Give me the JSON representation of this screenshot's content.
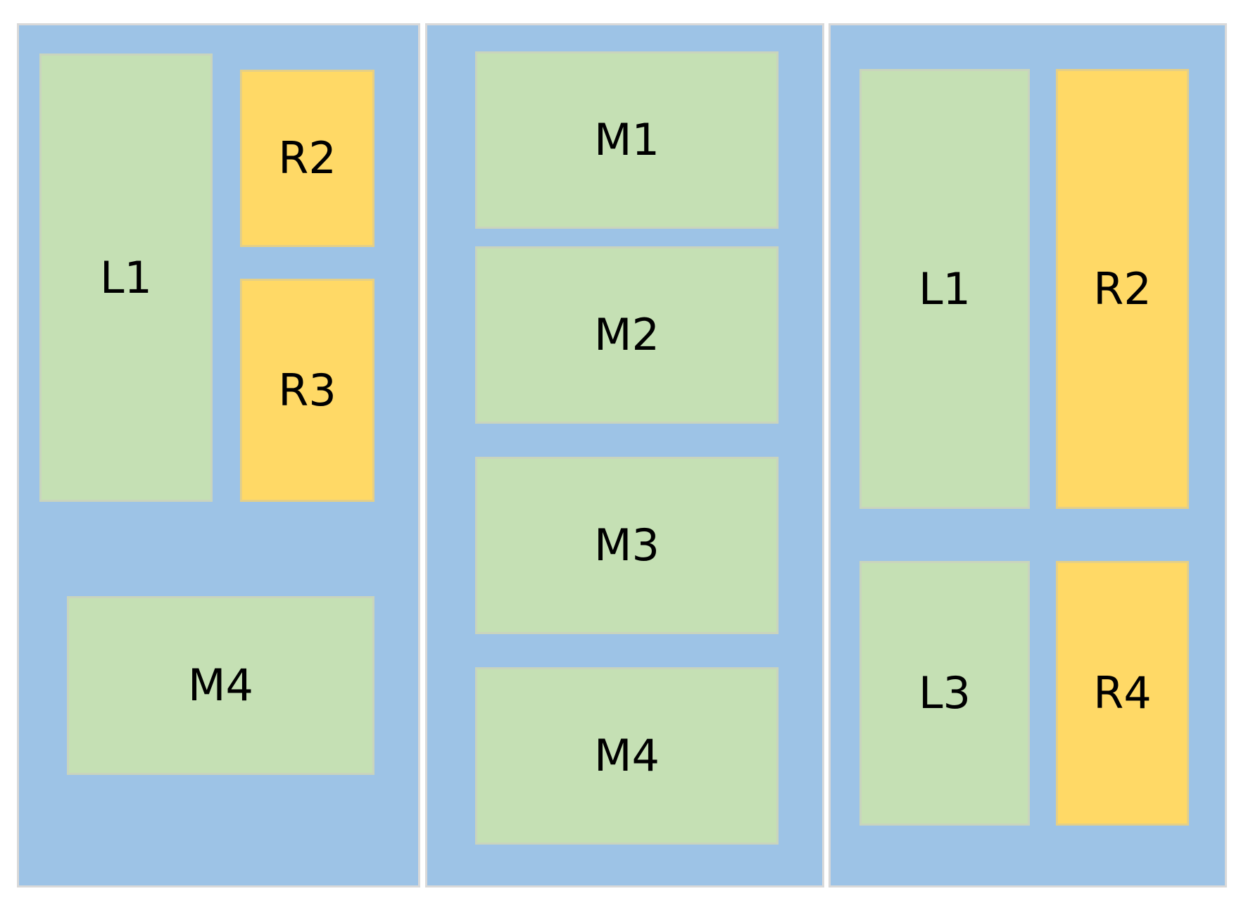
{
  "colors": {
    "panel": "#9dc3e6",
    "green_block": "#c5e0b4",
    "yellow_block": "#ffd966",
    "text": "#000000"
  },
  "left_panel": {
    "blocks": [
      {
        "label": "L1",
        "color": "green"
      },
      {
        "label": "R2",
        "color": "yellow"
      },
      {
        "label": "R3",
        "color": "yellow"
      },
      {
        "label": "M4",
        "color": "green"
      }
    ]
  },
  "middle_panel": {
    "blocks": [
      {
        "label": "M1",
        "color": "green"
      },
      {
        "label": "M2",
        "color": "green"
      },
      {
        "label": "M3",
        "color": "green"
      },
      {
        "label": "M4",
        "color": "green"
      }
    ]
  },
  "right_panel": {
    "blocks": [
      {
        "label": "L1",
        "color": "green"
      },
      {
        "label": "R2",
        "color": "yellow"
      },
      {
        "label": "L3",
        "color": "green"
      },
      {
        "label": "R4",
        "color": "yellow"
      }
    ]
  }
}
